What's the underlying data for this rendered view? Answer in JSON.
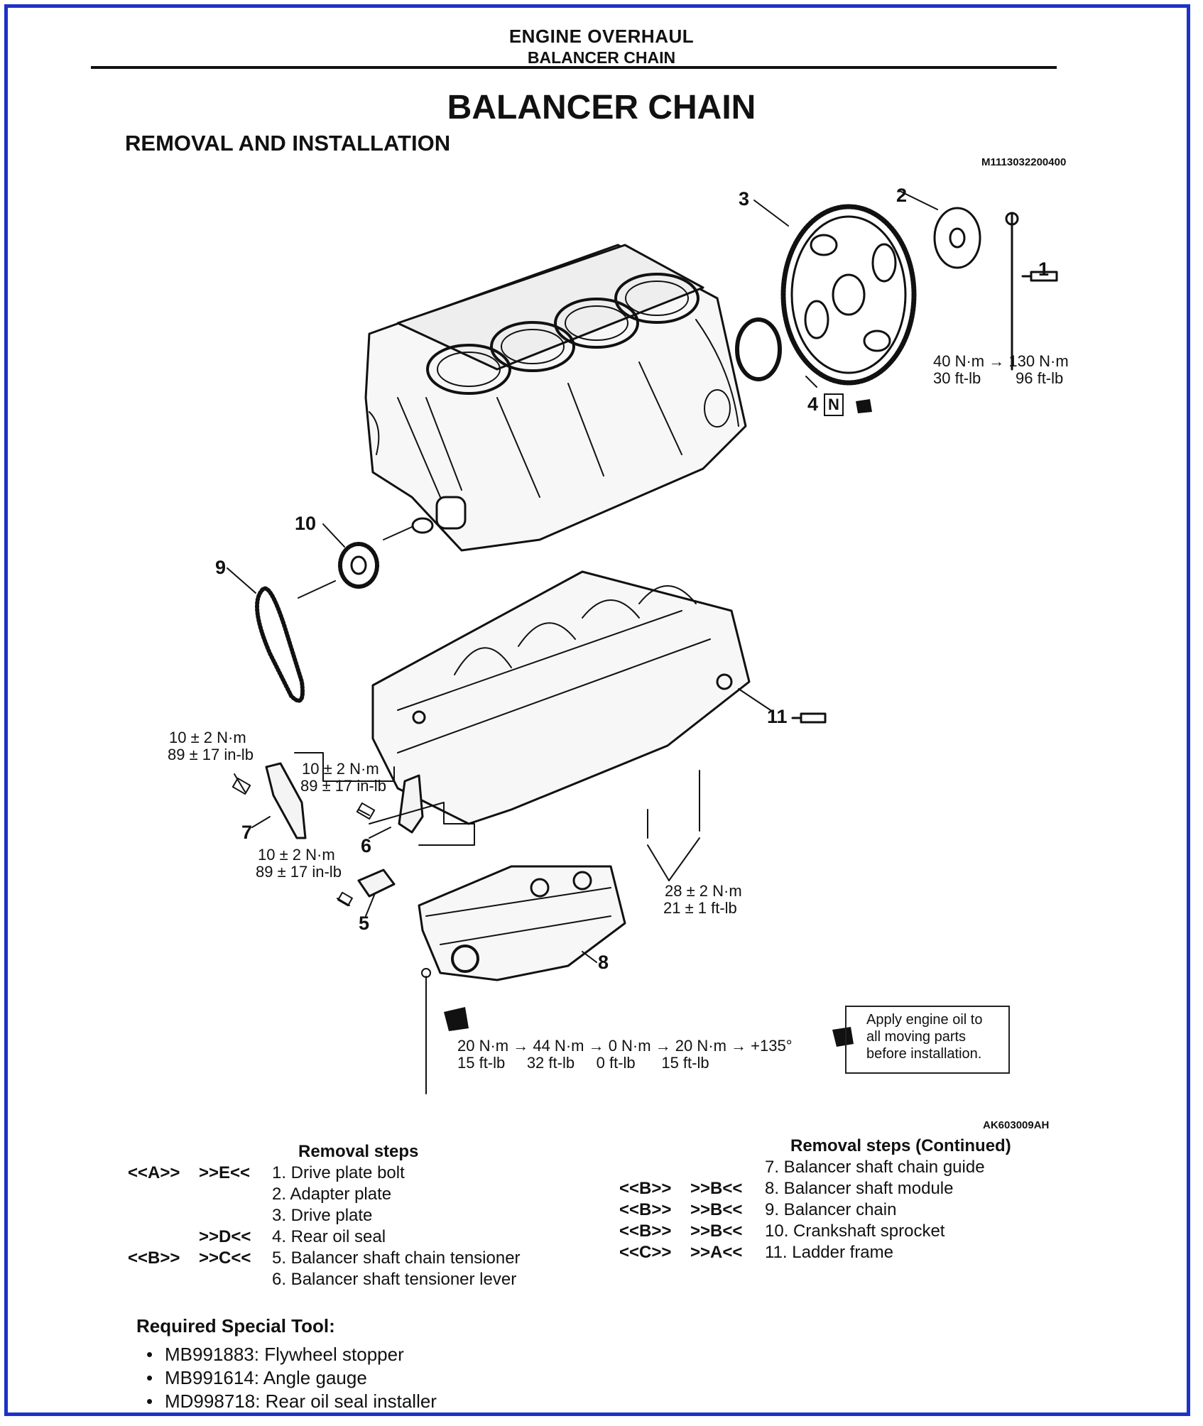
{
  "header": {
    "section": "ENGINE OVERHAUL",
    "subsection": "BALANCER CHAIN"
  },
  "page_title": "BALANCER CHAIN",
  "subtitle": "REMOVAL AND INSTALLATION",
  "document_id": "M1113032200400",
  "figure_id": "AK603009AH",
  "diagram": {
    "part_numbers": [
      "1",
      "2",
      "3",
      "4",
      "5",
      "6",
      "7",
      "8",
      "9",
      "10",
      "11"
    ],
    "torque_flywheel": {
      "line1": "40 N·m → 130 N·m",
      "line2a": "30 ft-lb",
      "line2b": "96 ft-lb"
    },
    "torque_guide_7": {
      "line1": "10 ± 2 N·m",
      "line2": "89 ± 17 in-lb"
    },
    "torque_lever_6": {
      "line1": "10 ± 2 N·m",
      "line2": "89 ± 17 in-lb"
    },
    "torque_tensioner_5": {
      "line1": "10 ± 2 N·m",
      "line2": "89 ± 17 in-lb"
    },
    "torque_module_bolts": {
      "line1": "28 ± 2 N·m",
      "line2": "21 ± 1 ft-lb"
    },
    "torque_module_long": {
      "line1": "20 N·m → 44 N·m → 0 N·m → 20 N·m → +135°",
      "line2": "15 ft-lb     32 ft-lb     0 ft-lb      15 ft-lb"
    },
    "new_part_mark": "N",
    "oil_note": {
      "line1": "Apply engine oil to",
      "line2": "all moving parts",
      "line3": "before installation."
    }
  },
  "removal_steps": {
    "heading": "Removal steps",
    "items": [
      {
        "install": "<<A>>",
        "removal": ">>E<<",
        "text": "1.  Drive plate bolt"
      },
      {
        "install": "",
        "removal": "",
        "text": "2.  Adapter plate"
      },
      {
        "install": "",
        "removal": "",
        "text": "3.  Drive plate"
      },
      {
        "install": "",
        "removal": ">>D<<",
        "text": "4.  Rear oil seal"
      },
      {
        "install": "<<B>>",
        "removal": ">>C<<",
        "text": "5.  Balancer shaft chain tensioner"
      },
      {
        "install": "",
        "removal": "",
        "text": "6.  Balancer shaft tensioner lever"
      }
    ]
  },
  "removal_steps_continued": {
    "heading": "Removal steps (Continued)",
    "items": [
      {
        "install": "",
        "removal": "",
        "text": "7.  Balancer shaft chain guide"
      },
      {
        "install": "<<B>>",
        "removal": ">>B<<",
        "text": "8.  Balancer shaft module"
      },
      {
        "install": "<<B>>",
        "removal": ">>B<<",
        "text": "9.  Balancer chain"
      },
      {
        "install": "<<B>>",
        "removal": ">>B<<",
        "text": "10. Crankshaft sprocket"
      },
      {
        "install": "<<C>>",
        "removal": ">>A<<",
        "text": "11. Ladder frame"
      }
    ]
  },
  "required_tools": {
    "heading": "Required Special Tool:",
    "items": [
      "MB991883: Flywheel stopper",
      "MB991614: Angle gauge",
      "MD998718: Rear oil seal installer"
    ]
  }
}
